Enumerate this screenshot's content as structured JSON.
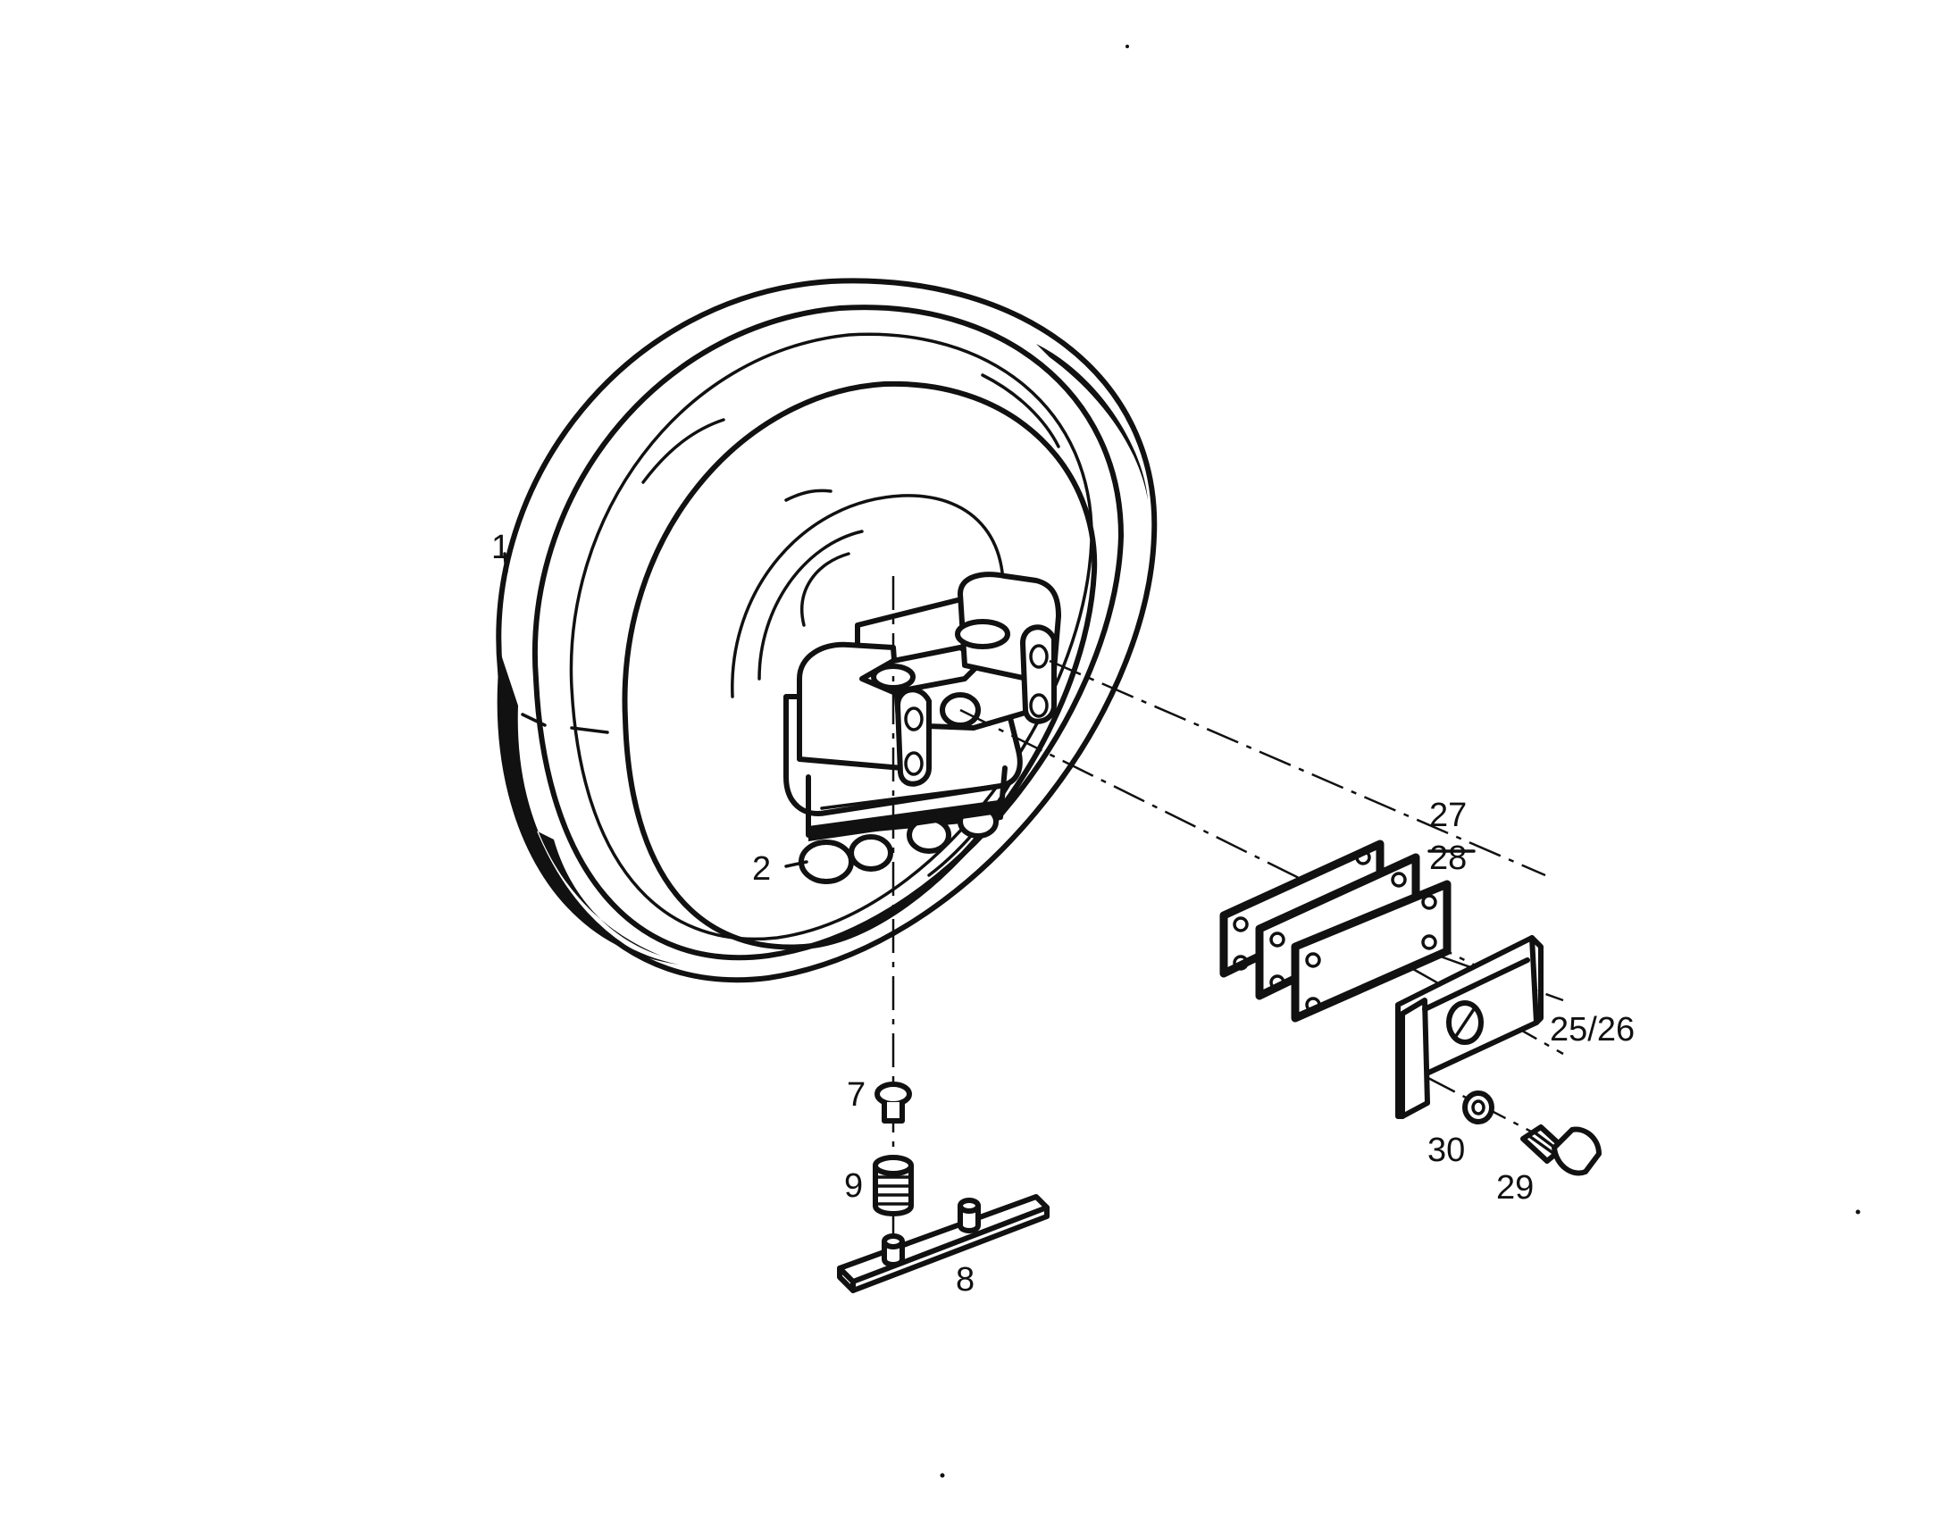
{
  "callouts": {
    "p1": "1",
    "p2": "2",
    "p7": "7",
    "p8": "8",
    "p9": "9",
    "p25_26": "25/26",
    "p27": "27",
    "p28": "28",
    "p29": "29",
    "p30": "30"
  }
}
